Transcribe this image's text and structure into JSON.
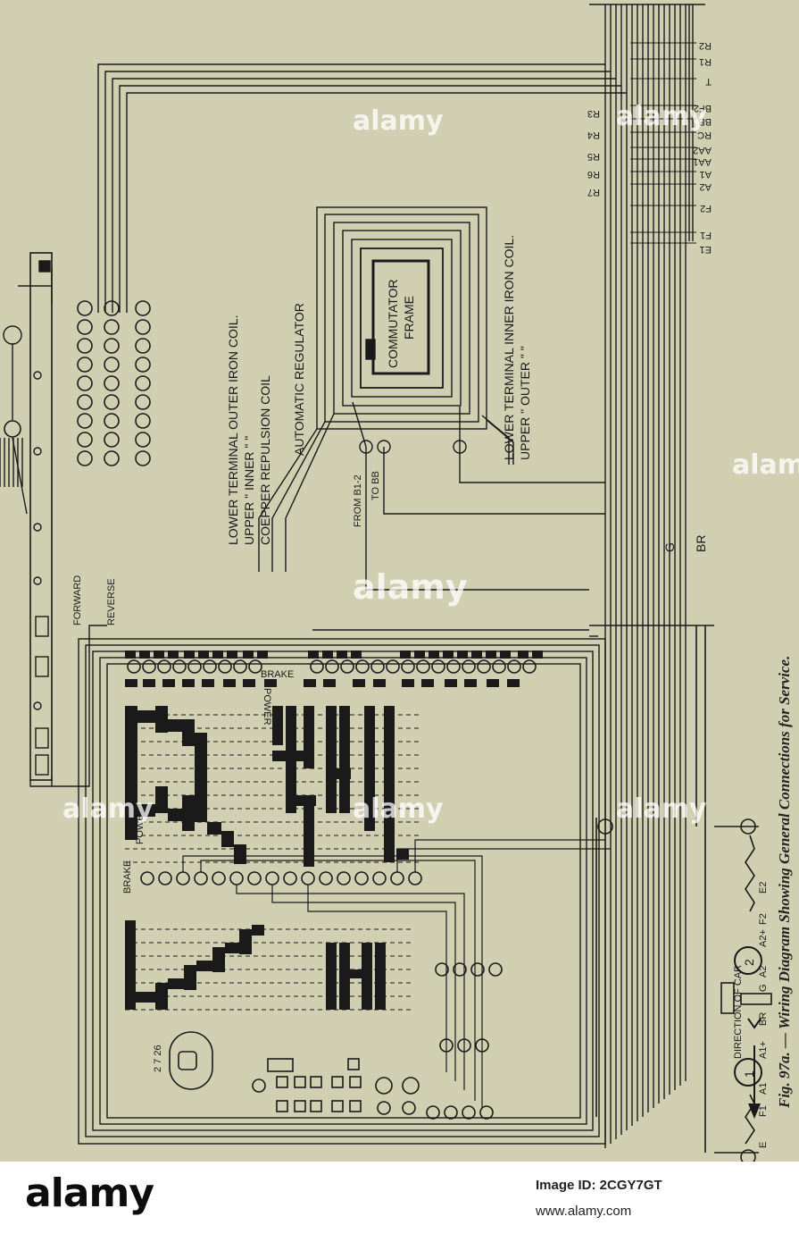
{
  "labels": {
    "lower_terminal_outer": "LOWER TERMINAL OUTER IRON COIL.",
    "upper_inner": "UPPER     \"      INNER     \"     \"",
    "copper_repulsion": "COEPPER REPULSION COIL",
    "automatic_regulator": "AUTOMATIC REGULATOR",
    "commutator": "COMMUTATOR",
    "frame": "FRAME",
    "from_b1_2": "FROM B1-2",
    "to_bb": "TO BB",
    "lower_terminal_inner": "LOWER TERMINAL INNER IRON COIL.",
    "upper_outer": "UPPER     \"     OUTER     \"     \"",
    "forward": "FORWARD",
    "reverse": "REVERSE",
    "brake": "BRAKE",
    "power_top": "POWER",
    "power_left": "POWER",
    "brake_left": "BRAKE",
    "gr": "G",
    "br": "BR",
    "direction_of_car": "DIRECTION OF CAR",
    "resistance_code": "2 7 26"
  },
  "bus_labels": [
    "R2",
    "R1",
    "T",
    "BF2",
    "BB",
    "RC",
    "AA2",
    "AA1",
    "A1",
    "A2",
    "F2",
    "F1",
    "E1"
  ],
  "side_labels": [
    "R3",
    "R4",
    "R5",
    "R6",
    "R7"
  ],
  "motor_labels": {
    "e": "E",
    "f1": "F1",
    "a1": "A1",
    "m1": "1",
    "a1p": "A1+",
    "br": "BR",
    "g": "G",
    "a2": "A2",
    "m2": "2",
    "a2p": "A2+",
    "f2": "F2",
    "e2": "E2"
  },
  "caption": "Fig. 97a. — Wiring Diagram Showing General Connections for Service.",
  "watermark": "alamy",
  "footer": {
    "logo": "alamy",
    "image_id": "Image ID: 2CGY7GT",
    "url": "www.alamy.com"
  }
}
